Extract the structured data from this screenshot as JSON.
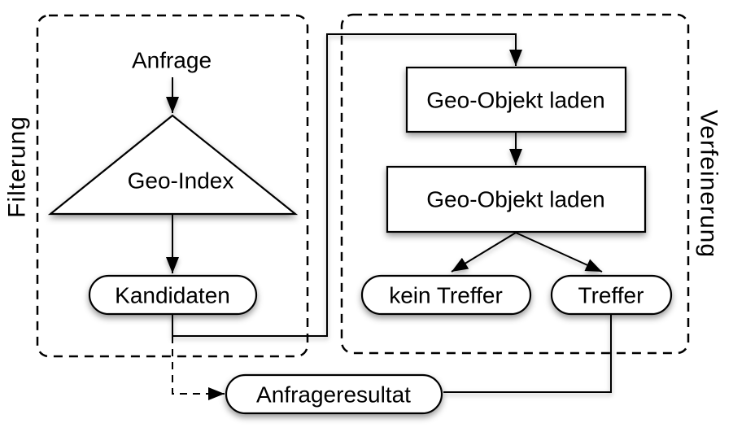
{
  "diagram": {
    "type": "flowchart",
    "colors": {
      "background": "#ffffff",
      "stroke": "#000000",
      "node_fill": "#ffffff"
    },
    "sections": {
      "filterung": {
        "label": "Filterung",
        "side": "left"
      },
      "verfeinerung": {
        "label": "Verfeinerung",
        "side": "right"
      }
    },
    "nodes": {
      "anfrage": {
        "label": "Anfrage",
        "shape": "plain-text",
        "section": "filterung"
      },
      "geo_index": {
        "label": "Geo-Index",
        "shape": "triangle",
        "section": "filterung"
      },
      "kandidaten": {
        "label": "Kandidaten",
        "shape": "pill",
        "section": "filterung"
      },
      "geo_objekt_laden_1": {
        "label": "Geo-Objekt laden",
        "shape": "rect",
        "section": "verfeinerung"
      },
      "geo_objekt_laden_2": {
        "label": "Geo-Objekt laden",
        "shape": "rect",
        "section": "verfeinerung"
      },
      "kein_treffer": {
        "label": "kein Treffer",
        "shape": "pill",
        "section": "verfeinerung"
      },
      "treffer": {
        "label": "Treffer",
        "shape": "pill",
        "section": "verfeinerung"
      },
      "anfrageresultat": {
        "label": "Anfrageresultat",
        "shape": "pill",
        "section": "none"
      }
    },
    "edges": [
      {
        "from": "anfrage",
        "to": "geo_index",
        "style": "solid-arrow"
      },
      {
        "from": "geo_index",
        "to": "kandidaten",
        "style": "solid-arrow"
      },
      {
        "from": "kandidaten",
        "to": "geo_objekt_laden_1",
        "style": "solid-arrow"
      },
      {
        "from": "geo_objekt_laden_1",
        "to": "geo_objekt_laden_2",
        "style": "solid-arrow"
      },
      {
        "from": "geo_objekt_laden_2",
        "to": "kein_treffer",
        "style": "solid-arrow"
      },
      {
        "from": "geo_objekt_laden_2",
        "to": "treffer",
        "style": "solid-arrow"
      },
      {
        "from": "treffer",
        "to": "anfrageresultat",
        "style": "solid-line"
      },
      {
        "from": "kandidaten",
        "to": "anfrageresultat",
        "style": "dashed-arrow"
      }
    ]
  }
}
